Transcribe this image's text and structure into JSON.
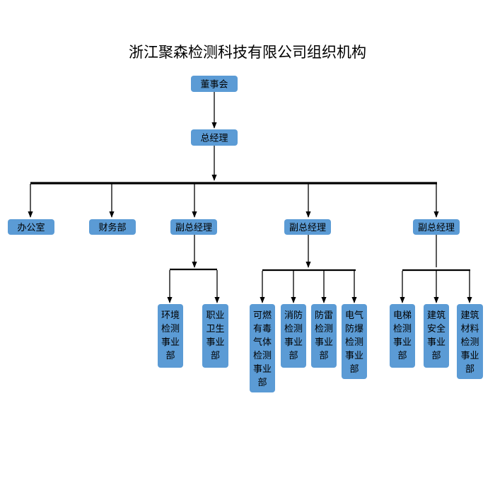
{
  "title": "浙江聚森检测科技有限公司组织机构",
  "nodes": {
    "board": "董事会",
    "gm": "总经理",
    "office": "办公室",
    "finance": "财务部",
    "vgm1": "副总经理",
    "vgm2": "副总经理",
    "vgm3": "副总经理",
    "env": "环境检测事业部",
    "occ": "职业卫生事业部",
    "gas": "可燃有毒气体检测事业部",
    "fire": "消防检测事业部",
    "lightning": "防雷检测事业部",
    "explosion": "电气防爆检测事业部",
    "elevator": "电梯检测事业部",
    "safety": "建筑安全事业部",
    "material": "建筑材料检测事业部"
  },
  "colors": {
    "node": "#5b9bd5",
    "line": "#000000"
  }
}
